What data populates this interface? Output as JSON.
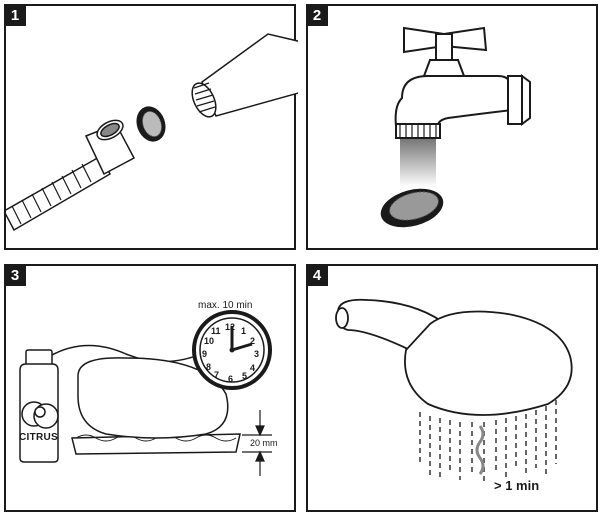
{
  "steps": [
    {
      "number": "1"
    },
    {
      "number": "2"
    },
    {
      "number": "3",
      "bottle_label": "CITRUS",
      "max_time": "max. 10 min",
      "depth": "20 mm",
      "clock_numbers": [
        "12",
        "1",
        "2",
        "3",
        "4",
        "5",
        "6",
        "7",
        "8",
        "9",
        "10",
        "11"
      ]
    },
    {
      "number": "4",
      "rinse_time": "> 1 min"
    }
  ]
}
